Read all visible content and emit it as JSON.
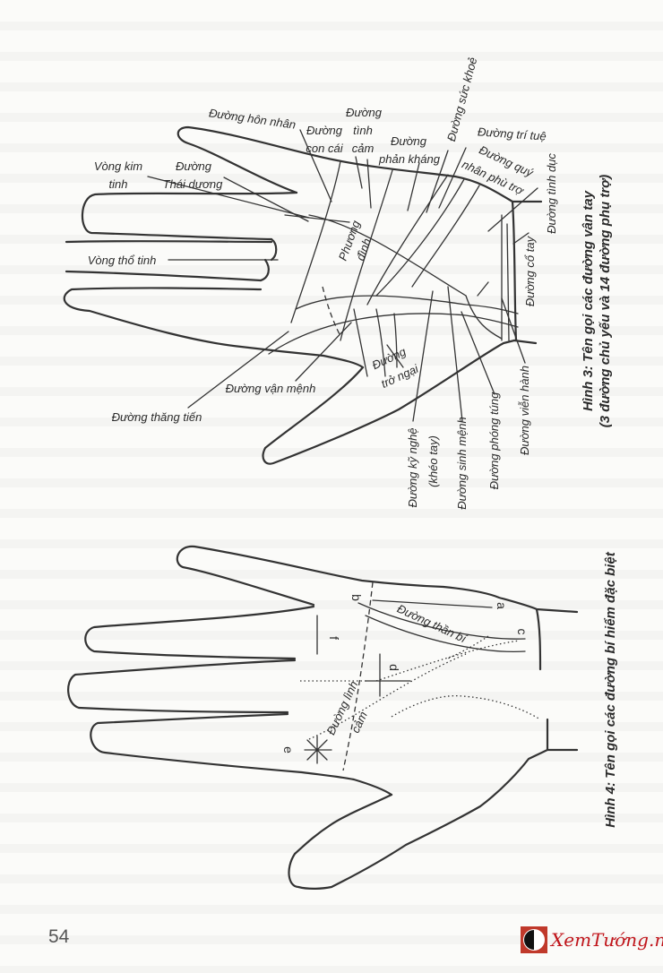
{
  "figure3": {
    "caption_line1": "Hình 3: Tên gọi các đường vân tay",
    "caption_line2": "(3 đường chủ yếu và 14 đường phụ trợ)",
    "labels": {
      "hon_nhan": "Đường hôn nhân",
      "con_cai": [
        "Đường",
        "con cái"
      ],
      "tinh_cam": [
        "Đường",
        "tình",
        "cảm"
      ],
      "phan_khang": [
        "Đường",
        "phản kháng"
      ],
      "suc_khoe": "Đường sức khoẻ",
      "tri_tue": "Đường trí tuệ",
      "quy_nhan": [
        "Đường quý",
        "nhân phù trợ"
      ],
      "tinh_duc": "Đường tình dục",
      "co_tay": "Đường cổ tay",
      "vong_kim_tinh": [
        "Vòng kim",
        "tinh"
      ],
      "thai_duong": [
        "Đường",
        "Thái dương"
      ],
      "vong_tho_tinh": "Vòng thổ tinh",
      "phuong_dinh": [
        "Phương",
        "đình"
      ],
      "van_menh": "Đường vận mệnh",
      "thang_tien": "Đường thăng tiến",
      "tro_ngai": [
        "Đường",
        "trở ngại"
      ],
      "ky_nghe": [
        "Đường kỹ nghệ",
        "(khéo tay)"
      ],
      "sinh_menh": "Đường sinh mệnh",
      "phong_tung": "Đường phóng túng",
      "vien_hanh": "Đường viễn hành"
    }
  },
  "figure4": {
    "caption": "Hình 4: Tên gọi các đường bí hiểm đặc biệt",
    "labels": {
      "than_bi": "Đường thần bí",
      "linh_cam": [
        "Đường lình",
        "cảm"
      ]
    },
    "letters": [
      "a",
      "b",
      "c",
      "d",
      "e",
      "f"
    ]
  },
  "footer": {
    "page_number": "54",
    "logo_text": "XemTướng.net"
  }
}
